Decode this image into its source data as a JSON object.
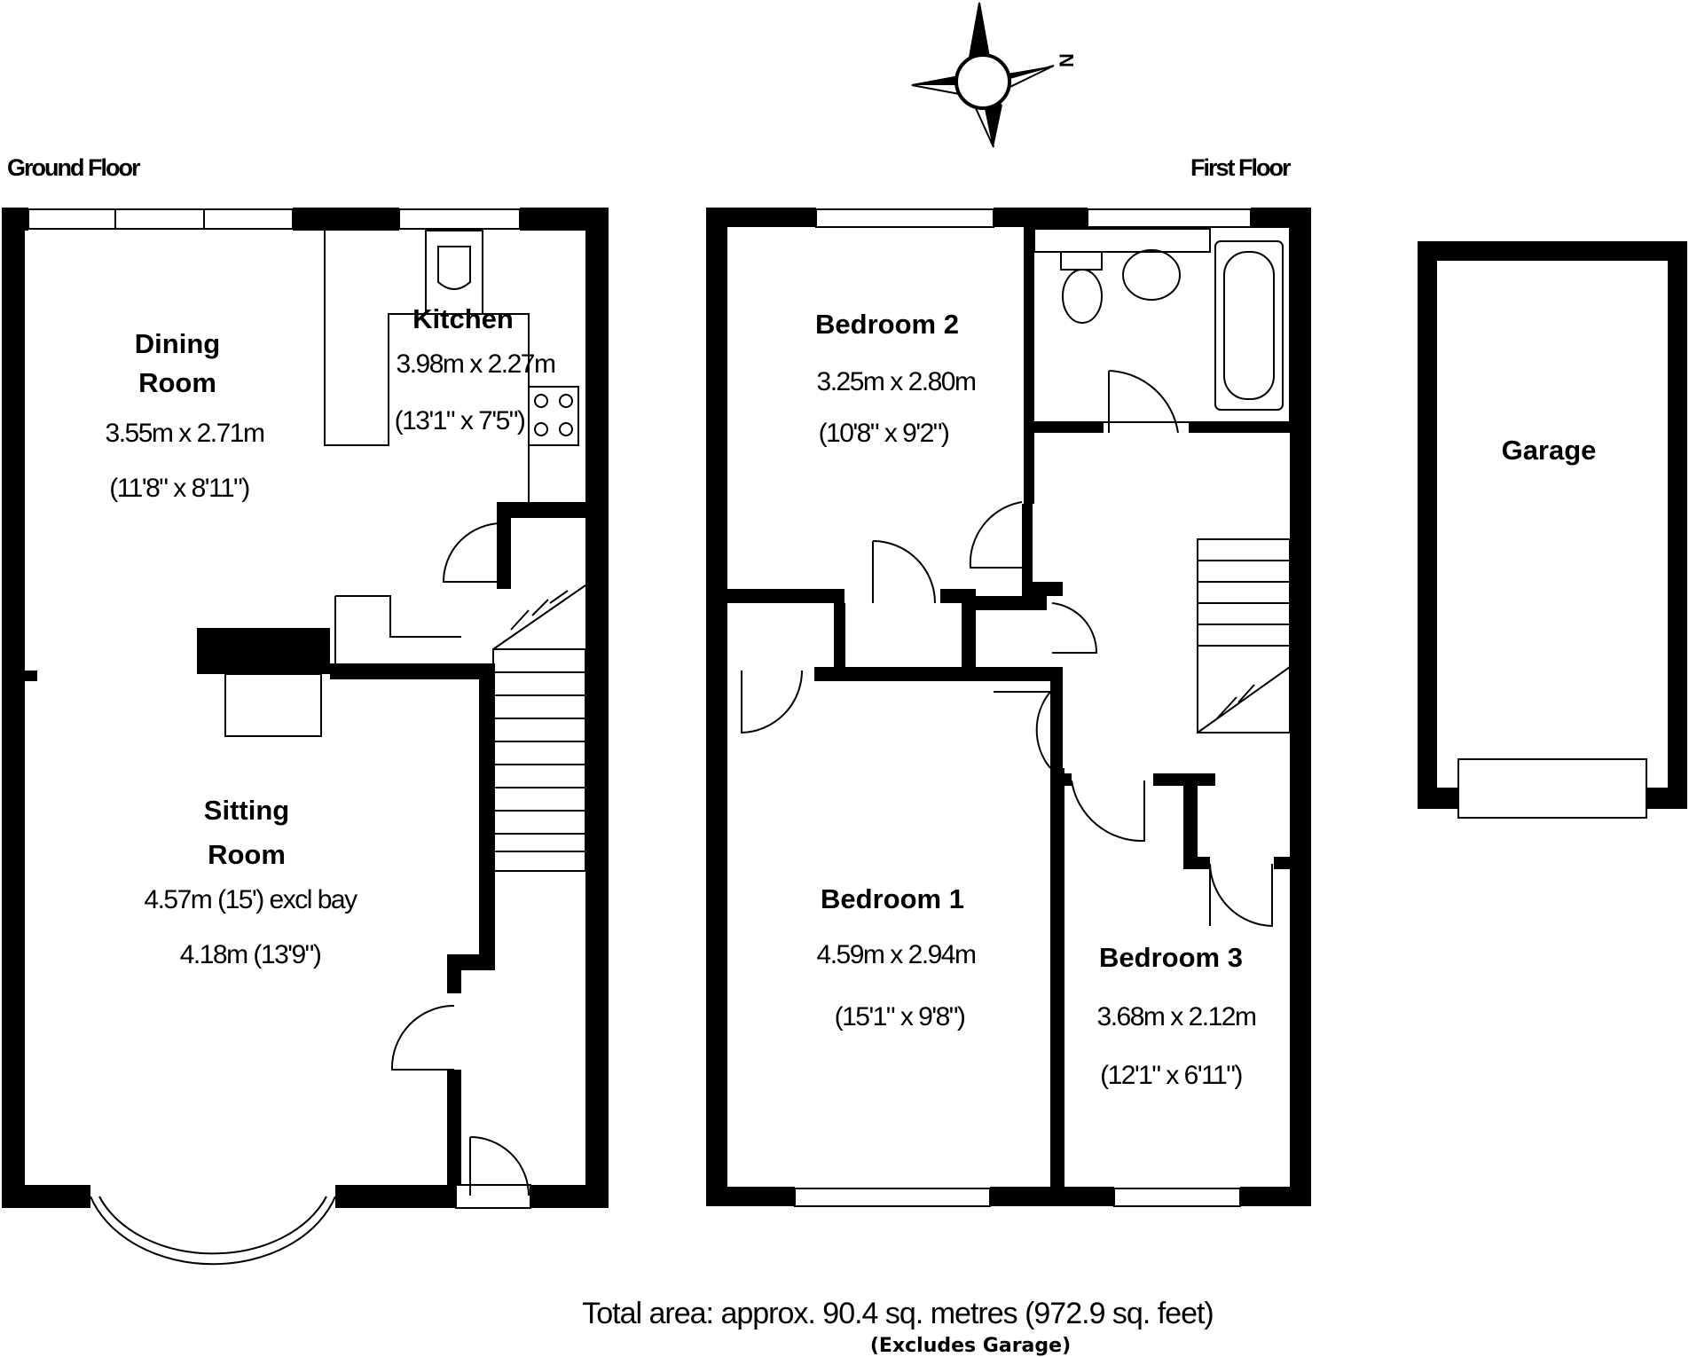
{
  "headings": {
    "ground_floor": "Ground Floor",
    "first_floor": "First Floor"
  },
  "compass": {
    "north_label": "N",
    "icon": "compass-rose-icon"
  },
  "ground_floor": {
    "dining_room": {
      "name_line1": "Dining",
      "name_line2": "Room",
      "metric": "3.55m x 2.71m",
      "imperial": "(11'8\" x 8'11\")"
    },
    "kitchen": {
      "name": "Kitchen",
      "metric": "3.98m x 2.27m",
      "imperial": "(13'1\" x 7'5\")"
    },
    "sitting_room": {
      "name_line1": "Sitting",
      "name_line2": "Room",
      "dim_line1": "4.57m (15') excl bay",
      "dim_line2": "4.18m (13'9\")"
    }
  },
  "first_floor": {
    "bedroom2": {
      "name": "Bedroom 2",
      "metric": "3.25m x 2.80m",
      "imperial": "(10'8\" x 9'2\")"
    },
    "bedroom1": {
      "name": "Bedroom 1",
      "metric": "4.59m x 2.94m",
      "imperial": "(15'1\" x 9'8\")"
    },
    "bedroom3": {
      "name": "Bedroom 3",
      "metric": "3.68m x 2.12m",
      "imperial": "(12'1\" x 6'11\")"
    }
  },
  "garage": {
    "name": "Garage"
  },
  "footer": {
    "total_area": "Total area: approx.  90.4 sq. metres (972.9 sq. feet)",
    "excludes": "(Excludes Garage)"
  }
}
